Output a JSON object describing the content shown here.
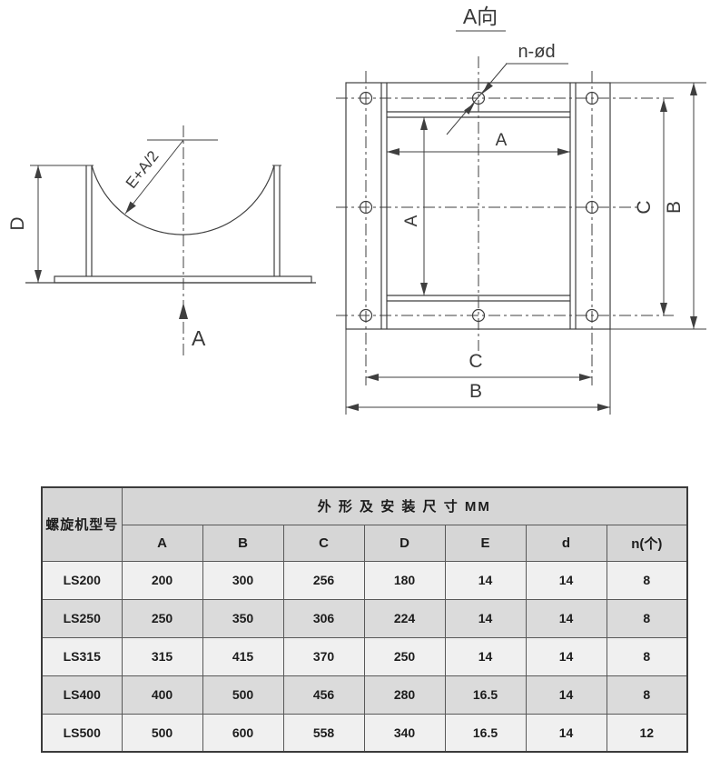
{
  "drawings": {
    "side_view": {
      "radius_label": "E+A/2",
      "height_label": "D",
      "view_arrow_label": "A"
    },
    "front_view": {
      "title": "A向",
      "holes_label": "n-ød",
      "width_label": "A",
      "height_label": "A",
      "right_inner_label": "C",
      "right_outer_label": "B",
      "bottom_inner_label": "C",
      "bottom_outer_label": "B"
    }
  },
  "table": {
    "model_header": "螺旋机型号",
    "group_header": "外 形 及 安 装 尺 寸  MM",
    "columns": [
      "A",
      "B",
      "C",
      "D",
      "E",
      "d",
      "n(个)"
    ],
    "rows": [
      {
        "model": "LS200",
        "values": [
          "200",
          "300",
          "256",
          "180",
          "14",
          "14",
          "8"
        ]
      },
      {
        "model": "LS250",
        "values": [
          "250",
          "350",
          "306",
          "224",
          "14",
          "14",
          "8"
        ]
      },
      {
        "model": "LS315",
        "values": [
          "315",
          "415",
          "370",
          "250",
          "14",
          "14",
          "8"
        ]
      },
      {
        "model": "LS400",
        "values": [
          "400",
          "500",
          "456",
          "280",
          "16.5",
          "14",
          "8"
        ]
      },
      {
        "model": "LS500",
        "values": [
          "500",
          "600",
          "558",
          "340",
          "16.5",
          "14",
          "12"
        ]
      }
    ]
  },
  "colors": {
    "line": "#3f3f3f",
    "header_bg": "#d6d6d6",
    "row_light": "#f0f0f0",
    "row_dark": "#dbdbdb",
    "border": "#3b3b3b"
  }
}
